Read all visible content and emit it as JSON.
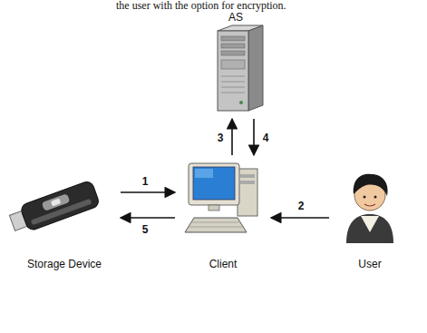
{
  "diagram": {
    "nodes": [
      {
        "text": [
          "AS"
        ]
      },
      {
        "text": [
          "Storage Device"
        ]
      },
      {
        "text": [
          "Client"
        ]
      },
      {
        "text": [
          "User"
        ]
      }
    ],
    "edges": [
      {
        "from": 1,
        "to": 2,
        "label": "1",
        "arrow": "to"
      },
      {
        "from": 3,
        "to": 2,
        "label": "2",
        "arrow": "to"
      },
      {
        "from": 2,
        "to": 0,
        "label": "3",
        "arrow": "to"
      },
      {
        "from": 0,
        "to": 2,
        "label": "4",
        "arrow": "to"
      },
      {
        "from": 2,
        "to": 1,
        "label": "5",
        "arrow": "to"
      }
    ],
    "labels": [
      "the user with the option for encryption."
    ]
  }
}
